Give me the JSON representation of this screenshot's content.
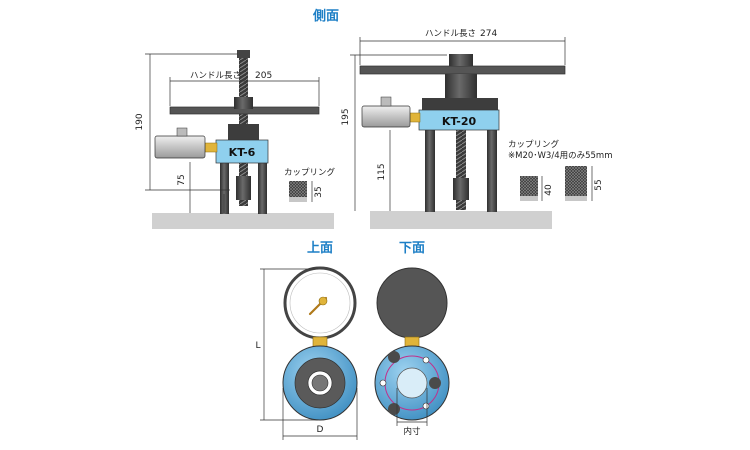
{
  "titles": {
    "side": "側面",
    "top": "上面",
    "bottom": "下面"
  },
  "kt6": {
    "label": "KT-6",
    "handle_length_label": "ハンドル長さ",
    "handle_length": "205",
    "height_total": "190",
    "height_lower": "75",
    "coupling_label": "カップリング",
    "coupling_height": "35"
  },
  "kt20": {
    "label": "KT-20",
    "handle_length_label": "ハンドル長さ",
    "handle_length": "274",
    "height_total": "195",
    "height_lower": "115",
    "coupling_label": "カップリング",
    "coupling_note": "※M20･W3/4用のみ55mm",
    "coupling_height_a": "40",
    "coupling_height_b": "55"
  },
  "views": {
    "dim_L": "L",
    "dim_D": "D",
    "inner_label": "内寸"
  },
  "colors": {
    "title": "#1d7fc6",
    "label_box": "#8fd0ee",
    "ground": "#d0d0d0",
    "dark_metal": "#4a4a4a",
    "brass": "#e0b43a",
    "blue_ring": "#5aa8d8"
  }
}
